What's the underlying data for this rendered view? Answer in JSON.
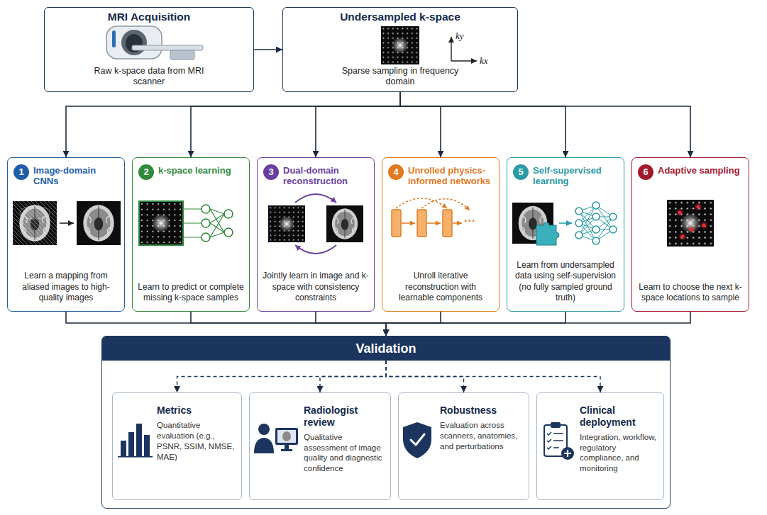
{
  "diagram": {
    "nodes": [
      {
        "text": [
          "MRI Acquisition",
          "Raw k-space data from MRI scanner"
        ]
      },
      {
        "text": [
          "Undersampled k-space",
          "Sparse sampling in frequency domain"
        ]
      },
      {
        "text": [
          "1",
          "Image-domain CNNs",
          "Learn a mapping from aliased images to high-quality images"
        ]
      },
      {
        "text": [
          "2",
          "k-space learning",
          "Learn to predict or complete missing k-space samples"
        ]
      },
      {
        "text": [
          "3",
          "Dual-domain reconstruction",
          "Jointly learn in image and k-space with consistency constraints"
        ]
      },
      {
        "text": [
          "4",
          "Unrolled physics-informed networks",
          "Unroll iterative reconstruction with learnable components"
        ]
      },
      {
        "text": [
          "5",
          "Self-supervised learning",
          "Learn from undersampled data using self-supervision (no fully sampled ground truth)"
        ]
      },
      {
        "text": [
          "6",
          "Adaptive sampling",
          "Learn to choose the next k-space locations to sample"
        ]
      },
      {
        "text": [
          "Validation"
        ]
      },
      {
        "text": [
          "Metrics",
          "Quantitative evaluation (e.g., PSNR, SSIM, NMSE, MAE)"
        ],
        "in": 8
      },
      {
        "text": [
          "Radiologist review",
          "Qualitative assessment of image quality and diagnostic confidence"
        ],
        "in": 8
      },
      {
        "text": [
          "Robustness",
          "Evaluation across scanners, anatomies, and perturbations"
        ],
        "in": 8
      },
      {
        "text": [
          "Clinical deployment",
          "Integration, workflow, regulatory compliance, and monitoring"
        ],
        "in": 8
      }
    ],
    "edges": [
      {
        "from": 0,
        "to": 1,
        "arrow": "to"
      },
      {
        "from": 1,
        "to": 2,
        "arrow": "to"
      },
      {
        "from": 1,
        "to": 3,
        "arrow": "to"
      },
      {
        "from": 1,
        "to": 4,
        "arrow": "to"
      },
      {
        "from": 1,
        "to": 5,
        "arrow": "to"
      },
      {
        "from": 1,
        "to": 6,
        "arrow": "to"
      },
      {
        "from": 1,
        "to": 7,
        "arrow": "to"
      },
      {
        "from": 2,
        "to": 8,
        "arrow": "to"
      },
      {
        "from": 3,
        "to": 8,
        "arrow": "to"
      },
      {
        "from": 4,
        "to": 8,
        "arrow": "to"
      },
      {
        "from": 5,
        "to": 8,
        "arrow": "to"
      },
      {
        "from": 6,
        "to": 8,
        "arrow": "to"
      },
      {
        "from": 7,
        "to": 8,
        "arrow": "to"
      },
      {
        "from": 8,
        "to": 9,
        "arrow": "to"
      },
      {
        "from": 8,
        "to": 10,
        "arrow": "to"
      },
      {
        "from": 8,
        "to": 11,
        "arrow": "to"
      },
      {
        "from": 8,
        "to": 12,
        "arrow": "to"
      }
    ],
    "labels": [
      "ky",
      "kx",
      "..."
    ]
  }
}
